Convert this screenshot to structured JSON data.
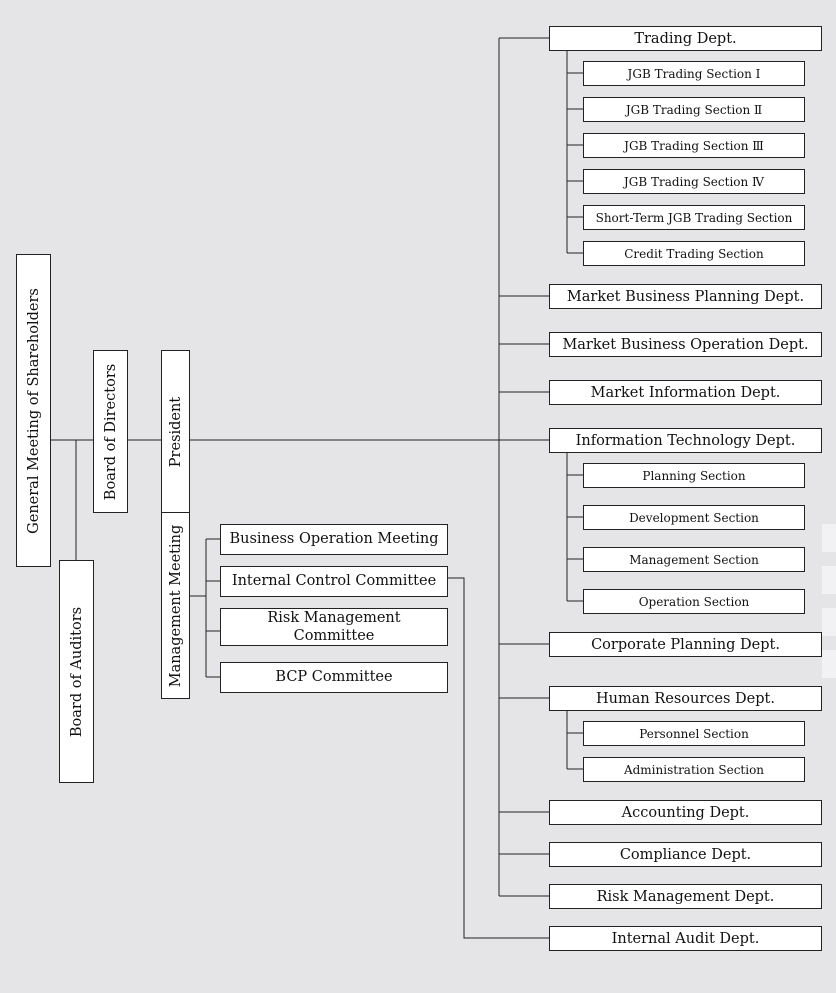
{
  "governance": {
    "shareholders": "General Meeting of Shareholders",
    "auditors": "Board of Auditors",
    "directors": "Board of Directors",
    "president": "President",
    "management_meeting": "Management Meeting"
  },
  "committees": [
    "Business Operation Meeting",
    "Internal Control Committee",
    "Risk Management\nCommittee",
    "BCP Committee"
  ],
  "departments": {
    "trading": "Trading Dept.",
    "market_planning": "Market Business Planning Dept.",
    "market_operation": "Market Business Operation Dept.",
    "market_info": "Market Information Dept.",
    "it": "Information Technology Dept.",
    "corporate_planning": "Corporate Planning Dept.",
    "hr": "Human Resources Dept.",
    "accounting": "Accounting Dept.",
    "compliance": "Compliance Dept.",
    "risk": "Risk Management Dept.",
    "audit": "Internal Audit Dept."
  },
  "trading_sections": [
    "JGB Trading Section I",
    "JGB Trading Section Ⅱ",
    "JGB Trading Section Ⅲ",
    "JGB Trading Section Ⅳ",
    "Short-Term JGB Trading Section",
    "Credit Trading Section"
  ],
  "it_sections": [
    "Planning Section",
    "Development Section",
    "Management Section",
    "Operation Section"
  ],
  "hr_sections": [
    "Personnel Section",
    "Administration Section"
  ]
}
